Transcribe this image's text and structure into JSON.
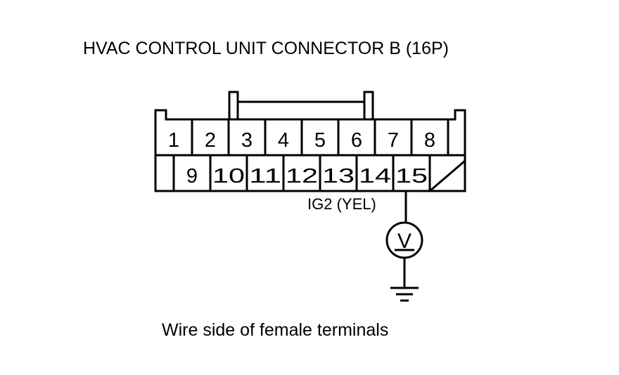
{
  "title": "HVAC CONTROL UNIT CONNECTOR B (16P)",
  "connector": {
    "top_row": [
      "1",
      "2",
      "3",
      "4",
      "5",
      "6",
      "7",
      "8"
    ],
    "bottom_row": [
      "9",
      "10",
      "11",
      "12",
      "13",
      "14",
      "15"
    ]
  },
  "wire_label": "IG2 (YEL)",
  "meter_symbol": "V",
  "caption": "Wire side of female terminals",
  "icons": {
    "voltmeter": "voltmeter-icon",
    "ground": "ground-icon"
  },
  "colors": {
    "line": "#000000",
    "background": "#ffffff"
  }
}
